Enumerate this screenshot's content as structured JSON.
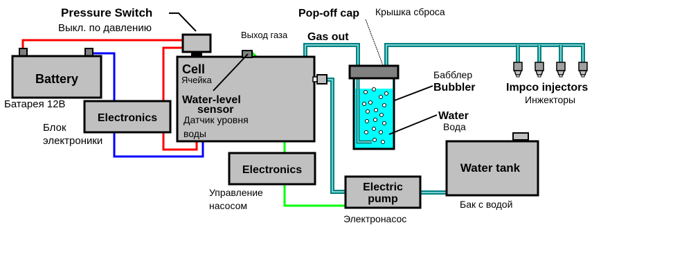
{
  "labels": {
    "pressure_switch_en": "Pressure Switch",
    "pressure_switch_ru": "Выкл. по давлению",
    "battery_en": "Battery",
    "battery_ru": "Батарея 12В",
    "electronics1_en": "Electronics",
    "electronics1_ru_line1": "Блок",
    "electronics1_ru_line2": "электроники",
    "cell_en": "Cell",
    "cell_ru": "Ячейка",
    "sensor_en_line1": "Water-level",
    "sensor_en_line2": "sensor",
    "sensor_ru_line1": "Датчик уровня",
    "sensor_ru_line2": "воды",
    "gas_out_ru": "Выход газа",
    "gas_out_en": "Gas out",
    "popoff_en": "Pop-off cap",
    "popoff_ru": "Крышка сброса",
    "bubbler_ru": "Бабблер",
    "bubbler_en": "Bubbler",
    "water_en": "Water",
    "water_ru": "Вода",
    "injectors_en": "Impco injectors",
    "injectors_ru": "Инжекторы",
    "electronics2_en": "Electronics",
    "electronics2_ru_line1": "Управление",
    "electronics2_ru_line2": "насосом",
    "pump_en_line1": "Electric",
    "pump_en_line2": "pump",
    "pump_ru": "Электронасос",
    "tank_en": "Water tank",
    "tank_ru": "Бак с водой"
  },
  "colors": {
    "box_fill": "#c0c0c0",
    "box_stroke": "#000000",
    "wire_positive": "#ff0000",
    "wire_negative": "#0000ff",
    "wire_signal": "#00ff00",
    "pipe": "#008080",
    "water": "#00ffff",
    "cap": "#808080"
  },
  "injector_count": 4
}
